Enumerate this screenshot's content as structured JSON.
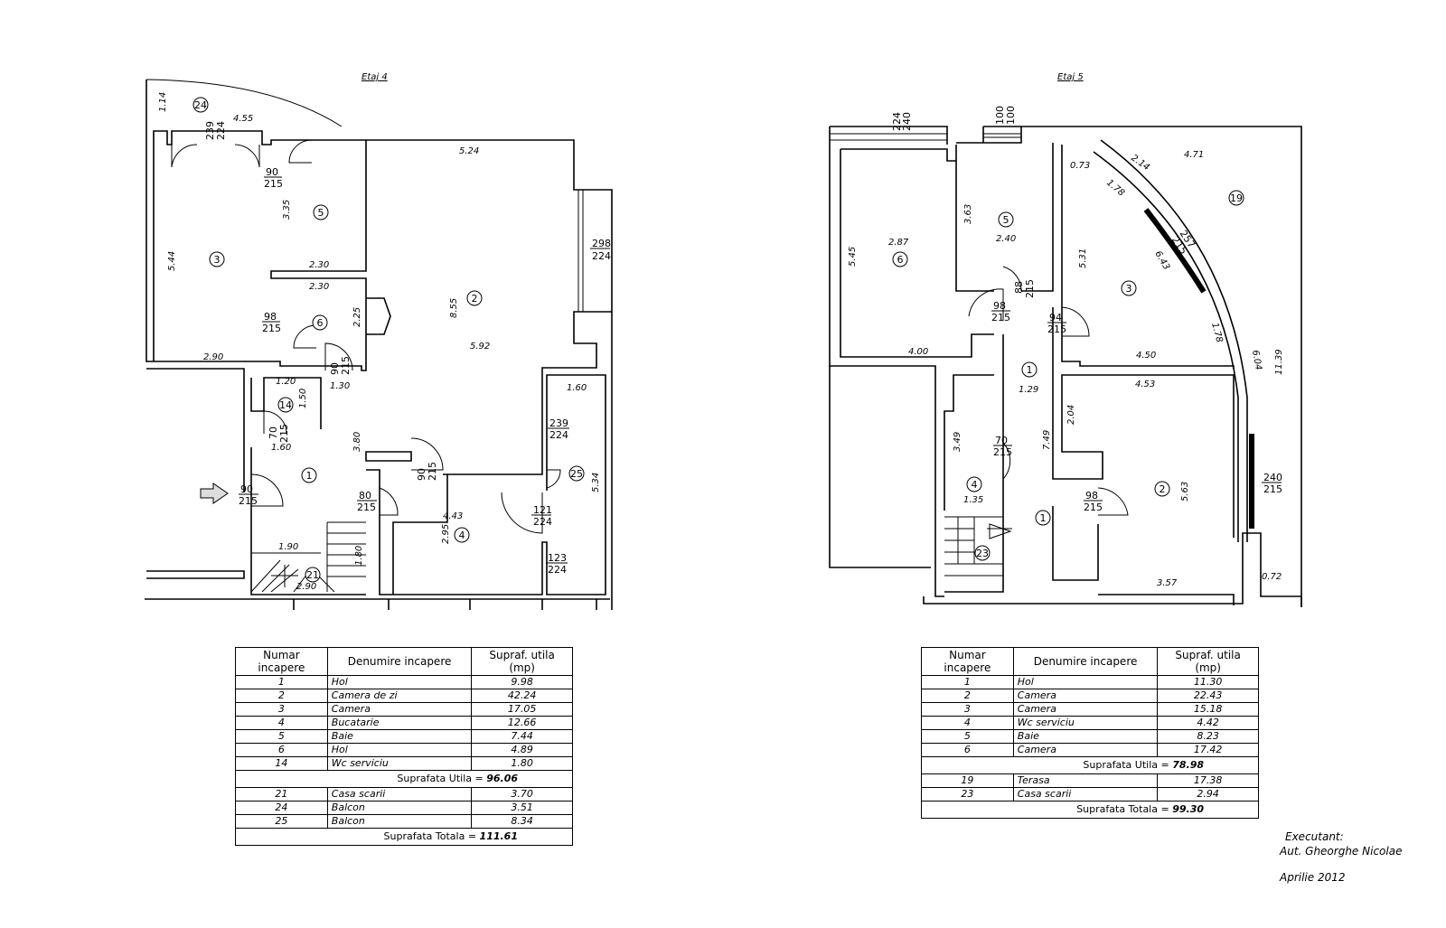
{
  "floors": [
    {
      "title": "Etaj 4",
      "rooms": [
        {
          "no": "1"
        },
        {
          "no": "2"
        },
        {
          "no": "3"
        },
        {
          "no": "4"
        },
        {
          "no": "5"
        },
        {
          "no": "6"
        },
        {
          "no": "14"
        },
        {
          "no": "21"
        },
        {
          "no": "24"
        },
        {
          "no": "25"
        }
      ],
      "dimensions": [
        "4.55",
        "1.14",
        "5.24",
        "5.44",
        "3.35",
        "2.30",
        "2.30",
        "2.25",
        "2.90",
        "8.55",
        "5.92",
        "1.30",
        "1.20",
        "1.50",
        "1.60",
        "3.80",
        "1.60",
        "5.34",
        "4.43",
        "2.95",
        "1.90",
        "1.80",
        "2.90"
      ],
      "openings": [
        {
          "w": "239",
          "h": "224"
        },
        {
          "w": "90",
          "h": "215"
        },
        {
          "w": "298",
          "h": "224"
        },
        {
          "w": "98",
          "h": "215"
        },
        {
          "w": "90",
          "h": "215"
        },
        {
          "w": "70",
          "h": "215"
        },
        {
          "w": "90",
          "h": "215"
        },
        {
          "w": "80",
          "h": "215"
        },
        {
          "w": "90",
          "h": "215"
        },
        {
          "w": "239",
          "h": "224"
        },
        {
          "w": "121",
          "h": "224"
        },
        {
          "w": "123",
          "h": "224"
        }
      ]
    },
    {
      "title": "Etaj 5",
      "rooms": [
        {
          "no": "1"
        },
        {
          "no": "1"
        },
        {
          "no": "2"
        },
        {
          "no": "3"
        },
        {
          "no": "4"
        },
        {
          "no": "5"
        },
        {
          "no": "6"
        },
        {
          "no": "19"
        },
        {
          "no": "23"
        }
      ],
      "dimensions": [
        "5.45",
        "2.87",
        "4.00",
        "3.63",
        "2.40",
        "0.73",
        "2.14",
        "4.71",
        "1.78",
        "5.31",
        "6.43",
        "1.78",
        "6.04",
        "11.39",
        "4.50",
        "1.29",
        "4.53",
        "2.04",
        "7.49",
        "3.49",
        "1.35",
        "5.63",
        "3.57",
        "0.72"
      ],
      "openings": [
        {
          "w": "224",
          "h": "240"
        },
        {
          "w": "100",
          "h": "100"
        },
        {
          "w": "88",
          "h": "215"
        },
        {
          "w": "98",
          "h": "215"
        },
        {
          "w": "94",
          "h": "215"
        },
        {
          "w": "257",
          "h": "215"
        },
        {
          "w": "70",
          "h": "215"
        },
        {
          "w": "98",
          "h": "215"
        },
        {
          "w": "240",
          "h": "215"
        }
      ]
    }
  ],
  "tables": [
    {
      "headers": [
        "Numar incapere",
        "Denumire incapere",
        "Supraf. utila (mp)"
      ],
      "rows": [
        [
          "1",
          "Hol",
          "9.98"
        ],
        [
          "2",
          "Camera de zi",
          "42.24"
        ],
        [
          "3",
          "Camera",
          "17.05"
        ],
        [
          "4",
          "Bucatarie",
          "12.66"
        ],
        [
          "5",
          "Baie",
          "7.44"
        ],
        [
          "6",
          "Hol",
          "4.89"
        ],
        [
          "14",
          "Wc serviciu",
          "1.80"
        ]
      ],
      "subtotal_label": "Suprafata Utila =",
      "subtotal_value": "96.06",
      "extra_rows": [
        [
          "21",
          "Casa scarii",
          "3.70"
        ],
        [
          "24",
          "Balcon",
          "3.51"
        ],
        [
          "25",
          "Balcon",
          "8.34"
        ]
      ],
      "total_label": "Suprafata Totala =",
      "total_value": "111.61"
    },
    {
      "headers": [
        "Numar incapere",
        "Denumire incapere",
        "Supraf. utila (mp)"
      ],
      "rows": [
        [
          "1",
          "Hol",
          "11.30"
        ],
        [
          "2",
          "Camera",
          "22.43"
        ],
        [
          "3",
          "Camera",
          "15.18"
        ],
        [
          "4",
          "Wc serviciu",
          "4.42"
        ],
        [
          "5",
          "Baie",
          "8.23"
        ],
        [
          "6",
          "Camera",
          "17.42"
        ]
      ],
      "subtotal_label": "Suprafata Utila =",
      "subtotal_value": "78.98",
      "extra_rows": [
        [
          "19",
          "Terasa",
          "17.38"
        ],
        [
          "23",
          "Casa scarii",
          "2.94"
        ]
      ],
      "total_label": "Suprafata Totala =",
      "total_value": "99.30"
    }
  ],
  "signature": {
    "role": "Executant:",
    "name": "Aut. Gheorghe Nicolae",
    "date": "Aprilie 2012"
  }
}
